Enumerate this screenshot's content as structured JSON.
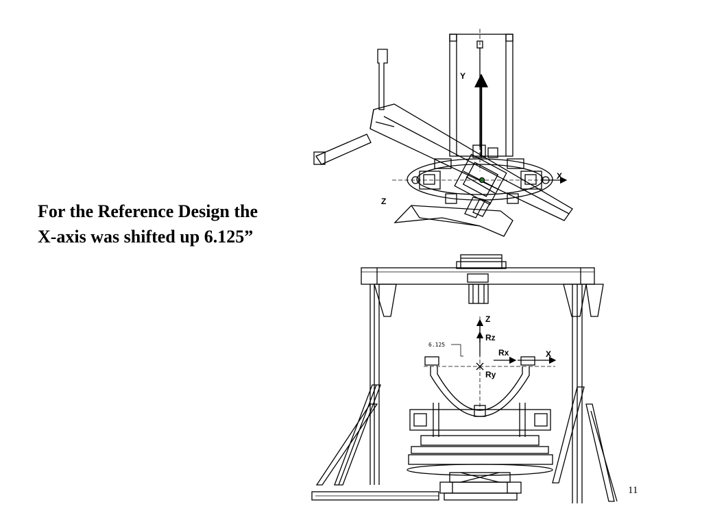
{
  "caption": {
    "line1": "For the Reference Design the",
    "line2": "X-axis was shifted up 6.125”"
  },
  "page_number": "11",
  "top_view": {
    "axis_y": "Y",
    "axis_x": "X",
    "axis_z": "Z"
  },
  "front_view": {
    "axis_z": "Z",
    "axis_rz": "Rz",
    "axis_rx": "Rx",
    "axis_x": "X",
    "axis_ry": "Ry",
    "dimension": "6.125"
  }
}
